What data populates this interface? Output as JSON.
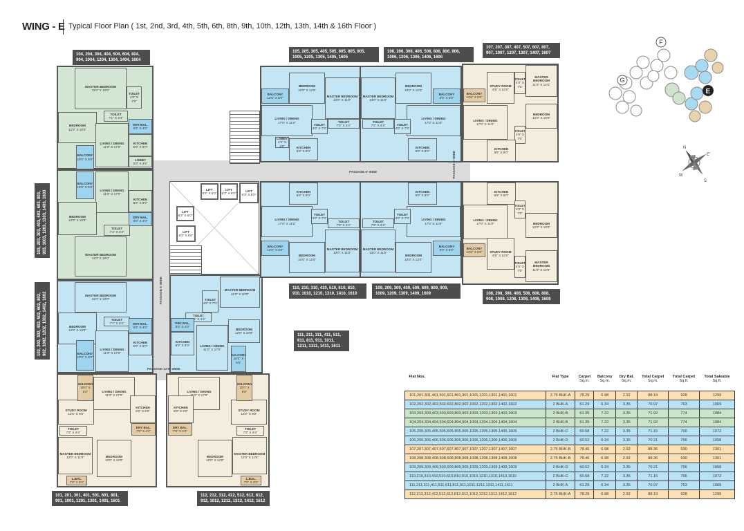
{
  "header": {
    "title": "WING - E",
    "subtitle": "Typical Floor Plan ( 1st, 2nd, 3rd, 4th, 5th, 6th, 8th, 9th, 10th, 12th, 13th, 14th & 16th Floor )"
  },
  "colors": {
    "two_bhk": "#c4e5f4",
    "two_bhk_alt": "#d3e6d4",
    "two_75_bhk": "#f4ecdc",
    "balcony_blue": "#9fd4ee",
    "balcony_tan": "#e3cba3",
    "passage": "#dcdcdc",
    "wall": "#555555",
    "label_bg": "#4d4d4d"
  },
  "flat_labels": {
    "f101": "101, 201, 301, 401, 501, 601, 801, 901, 1001, 1201, 1301, 1401, 1601",
    "f102": "102, 202, 302, 402, 502, 602, 802, 902, 1002, 1202, 1302, 1402, 1602",
    "f103": "103, 203, 303, 403, 503, 603, 803, 903, 1003, 1203, 1303, 1403, 1603",
    "f104": "104, 204, 304, 404, 504, 604, 804, 904, 1004, 1204, 1304, 1404, 1604",
    "f105": "105, 205, 305, 405, 505, 605, 805, 905, 1005, 1205, 1305, 1405, 1605",
    "f106": "106, 206, 306, 406, 506, 606, 806, 906, 1006, 1206, 1306, 1406, 1606",
    "f107": "107, 207, 307, 407, 507, 607, 807, 907, 1007, 1207, 1307, 1407, 1607",
    "f108": "108, 208, 308, 408, 508, 608, 808, 908, 1008, 1208, 1308, 1408, 1608",
    "f109": "109, 209, 309, 409, 509, 609, 809, 909, 1009, 1209, 1309, 1409, 1609",
    "f110": "110, 210, 310, 410, 510, 610, 810, 910, 1010, 1210, 1310, 1410, 1610",
    "f111": "111, 211, 311, 411, 511, 611, 811, 911, 1011, 1211, 1311, 1411, 1611",
    "f112": "112, 212, 312, 412, 512, 612, 812, 912, 1012, 1212, 1312, 1412, 1612"
  },
  "passages": {
    "passage_e_main": "PASSAGE 6' WIDE",
    "passage_e_side": "PASSAGE 5' WIDE",
    "passage_f": "PASSAGE 5' WIDE",
    "passage_bottom": "PASSAGE 12'0\" WIDE"
  },
  "units": [
    {
      "id": "104",
      "type": "alt",
      "rooms": [
        {
          "name": "Master Bedroom",
          "size": "11'0\" X 10'0\""
        },
        {
          "name": "Toilet",
          "size": "4'0\" X 7'0\""
        },
        {
          "name": "Bedroom",
          "size": "12'0\" X 10'0\""
        },
        {
          "name": "Toilet",
          "size": "7'1\" X 4'4\""
        },
        {
          "name": "Dry Bal.",
          "size": "6'0\" X 4'0\""
        },
        {
          "name": "Kitchen",
          "size": "8'0\" X 8'0\""
        },
        {
          "name": "Living / Dining",
          "size": "11'0\" X 17'0\""
        },
        {
          "name": "Balcony",
          "size": "10'0\" X 5'0\""
        },
        {
          "name": "Lobby",
          "size": "5'0\" X 4'6\""
        }
      ]
    },
    {
      "id": "103",
      "type": "alt",
      "rooms": [
        {
          "name": "Balcony",
          "size": "10'0\" X 5'0\""
        },
        {
          "name": "Living / Dining",
          "size": "11'0\" X 17'0\""
        },
        {
          "name": "Kitchen",
          "size": "8'0\" X 8'0\""
        },
        {
          "name": "Dry Bal.",
          "size": "6'0\" X 4'0\""
        },
        {
          "name": "Bedroom",
          "size": "12'0\" X 10'0\""
        },
        {
          "name": "Toilet",
          "size": "7'1\" X 4'4\""
        },
        {
          "name": "Master Bedroom",
          "size": "11'0\" X 10'0\""
        }
      ]
    },
    {
      "id": "102",
      "type": "2bhk",
      "rooms": [
        {
          "name": "Master Bedroom",
          "size": "11'0\" X 10'0\""
        },
        {
          "name": "Bedroom",
          "size": "12'0\" X 10'0\""
        },
        {
          "name": "Toilet",
          "size": "7'1\" X 4'4\""
        },
        {
          "name": "Dry Bal.",
          "size": "6'0\" X 4'0\""
        },
        {
          "name": "Kitchen",
          "size": "8'0\" X 8'0\""
        },
        {
          "name": "Living / Dining",
          "size": "11'0\" X 17'0\""
        },
        {
          "name": "Balcony",
          "size": "10'0\" X 5'0\""
        }
      ]
    },
    {
      "id": "101",
      "type": "275",
      "rooms": [
        {
          "name": "Living / Dining",
          "size": "11'0\" X 17'0\""
        },
        {
          "name": "Kitchen",
          "size": "8'0\" X 8'0\""
        },
        {
          "name": "Study Room",
          "size": "12'6\" X 8'0\""
        },
        {
          "name": "Toilet",
          "size": "7'0\" X 4'4\""
        },
        {
          "name": "Master Bedroom",
          "size": "12'0\" X 11'0\""
        },
        {
          "name": "Bedroom",
          "size": "10'0\" X 12'0\""
        },
        {
          "name": "Dry Bal.",
          "size": "7'0\" X 4'4\""
        },
        {
          "name": "Balcony",
          "size": "10'0\" X 5'0\""
        },
        {
          "name": "L.Bal.",
          "size": "7'0\" X 3'0\""
        }
      ]
    },
    {
      "id": "112",
      "type": "275",
      "rooms": [
        {
          "name": "Living / Dining",
          "size": "11'0\" X 17'0\""
        },
        {
          "name": "Kitchen",
          "size": "8'0\" X 8'0\""
        },
        {
          "name": "Study Room",
          "size": "12'6\" X 8'0\""
        },
        {
          "name": "Toilet",
          "size": "7'0\" X 4'4\""
        },
        {
          "name": "Master Bedroom",
          "size": "12'0\" X 11'0\""
        },
        {
          "name": "Bedroom",
          "size": "10'0\" X 12'0\""
        },
        {
          "name": "Dry Bal.",
          "size": "7'0\" X 4'4\""
        },
        {
          "name": "Balcony",
          "size": "10'0\" X 5'0\""
        },
        {
          "name": "L.Bal.",
          "size": "7'0\" X 3'0\""
        }
      ]
    },
    {
      "id": "111",
      "type": "2bhk",
      "rooms": [
        {
          "name": "Master Bedroom",
          "size": "11'0\" X 10'0\""
        },
        {
          "name": "Toilet",
          "size": "4'0\" X 7'0\""
        },
        {
          "name": "Toilet",
          "size": "7'1\" X 4'4\""
        },
        {
          "name": "Dry Bal.",
          "size": "6'0\" X 4'0\""
        },
        {
          "name": "Kitchen",
          "size": "8'0\" X 8'0\""
        },
        {
          "name": "Living / Dining",
          "size": "11'0\" X 17'0\""
        },
        {
          "name": "Bedroom",
          "size": "12'0\" X 10'0\""
        },
        {
          "name": "Balcony",
          "size": "10'0\" X 5'0\""
        }
      ]
    },
    {
      "id": "105",
      "type": "2bhk",
      "rooms": [
        {
          "name": "Balcony",
          "size": "12'6\" X 5'0\""
        },
        {
          "name": "Bedroom",
          "size": "10'0\" X 12'0\""
        },
        {
          "name": "Master Bedroom",
          "size": "13'0\" X 11'0\""
        },
        {
          "name": "Living / Dining",
          "size": "17'0\" X 11'0\""
        },
        {
          "name": "Toilet",
          "size": "4'0\" X 7'0\""
        },
        {
          "name": "Toilet",
          "size": "7'0\" X 4'4\""
        },
        {
          "name": "Kitchen",
          "size": "8'0\" X 8'0\""
        },
        {
          "name": "Lobby",
          "size": "4'0\" X 4'0\""
        }
      ]
    },
    {
      "id": "106",
      "type": "2bhk",
      "rooms": [
        {
          "name": "Master Bedroom",
          "size": "13'0\" X 11'0\""
        },
        {
          "name": "Bedroom",
          "size": "10'0\" X 12'0\""
        },
        {
          "name": "Balcony",
          "size": "8'0\" X 5'0\""
        },
        {
          "name": "Living / Dining",
          "size": "17'0\" X 11'0\""
        },
        {
          "name": "Toilet",
          "size": "7'0\" X 4'4\""
        },
        {
          "name": "Toilet",
          "size": "4'0\" X 7'0\""
        },
        {
          "name": "Kitchen",
          "size": "8'0\" X 8'0\""
        }
      ]
    },
    {
      "id": "110",
      "type": "2bhk",
      "rooms": [
        {
          "name": "Kitchen",
          "size": "8'0\" X 8'0\""
        },
        {
          "name": "Living / Dining",
          "size": "17'0\" X 11'0\""
        },
        {
          "name": "Toilet",
          "size": "4'0\" X 7'0\""
        },
        {
          "name": "Toilet",
          "size": "7'0\" X 4'4\""
        },
        {
          "name": "Balcony",
          "size": "12'6\" X 5'0\""
        },
        {
          "name": "Bedroom",
          "size": "10'0\" X 12'0\""
        },
        {
          "name": "Master Bedroom",
          "size": "13'0\" X 11'0\""
        }
      ]
    },
    {
      "id": "109",
      "type": "2bhk",
      "rooms": [
        {
          "name": "Kitchen",
          "size": "8'0\" X 8'0\""
        },
        {
          "name": "Living / Dining",
          "size": "17'0\" X 11'0\""
        },
        {
          "name": "Toilet",
          "size": "4'0\" X 7'0\""
        },
        {
          "name": "Toilet",
          "size": "7'0\" X 4'4\""
        },
        {
          "name": "Master Bedroom",
          "size": "13'0\" X 11'0\""
        },
        {
          "name": "Bedroom",
          "size": "10'0\" X 12'0\""
        },
        {
          "name": "Balcony",
          "size": "8'0\" X 5'0\""
        }
      ]
    },
    {
      "id": "107",
      "type": "275",
      "rooms": [
        {
          "name": "Balcony",
          "size": "12'6\" X 5'0\""
        },
        {
          "name": "Study Room",
          "size": "8'6\" X 12'6\""
        },
        {
          "name": "Toilet",
          "size": "4'0\" X 7'0\""
        },
        {
          "name": "Master Bedroom",
          "size": "11'0\" X 12'0\""
        },
        {
          "name": "Living / Dining",
          "size": "17'0\" X 11'0\""
        },
        {
          "name": "Bedroom",
          "size": "12'0\" X 10'0\""
        },
        {
          "name": "Toilet",
          "size": "4'0\" X 7'0\""
        },
        {
          "name": "Kitchen",
          "size": "8'6\" X 8'0\""
        }
      ]
    },
    {
      "id": "108",
      "type": "275",
      "rooms": [
        {
          "name": "Kitchen",
          "size": "8'6\" X 8'0\""
        },
        {
          "name": "Living / Dining",
          "size": "17'0\" X 11'0\""
        },
        {
          "name": "Toilet",
          "size": "4'0\" X 7'0\""
        },
        {
          "name": "Bedroom",
          "size": "12'0\" X 10'0\""
        },
        {
          "name": "Balcony",
          "size": "12'6\" X 5'0\""
        },
        {
          "name": "Study Room",
          "size": "8'6\" X 12'6\""
        },
        {
          "name": "Toilet",
          "size": "4'0\" X 7'0\""
        },
        {
          "name": "Master Bedroom",
          "size": "11'0\" X 12'0\""
        }
      ]
    }
  ],
  "core": {
    "lifts": [
      {
        "name": "Lift",
        "size": "6'3\" X 6'0\""
      },
      {
        "name": "Lift",
        "size": "6'3\" X 6'0\""
      },
      {
        "name": "Lift",
        "size": "6'3\" X 8'0\""
      },
      {
        "name": "Lift",
        "size": "6'3\" X 6'0\""
      },
      {
        "name": "Lift",
        "size": "6'3\" X 6'0\""
      }
    ]
  },
  "key_plan": {
    "wings": [
      "G",
      "F",
      "E"
    ],
    "highlighted_wing": "E"
  },
  "compass": {
    "n": "N",
    "e": "E",
    "s": "S",
    "w": "W"
  },
  "area_table": {
    "headers": [
      {
        "label": "Flat Nos.",
        "unit": ""
      },
      {
        "label": "Flat Type",
        "unit": ""
      },
      {
        "label": "Carpet",
        "unit": "Sq.m."
      },
      {
        "label": "Balcony",
        "unit": "Sq.m."
      },
      {
        "label": "Dry Bal.",
        "unit": "Sq.m."
      },
      {
        "label": "Total Carpet",
        "unit": "Sq.m."
      },
      {
        "label": "Total Carpet",
        "unit": "Sq.ft."
      },
      {
        "label": "Total Saleable",
        "unit": "Sq.ft."
      }
    ],
    "rows": [
      {
        "flats": "101,201,301,401,501,601,801,901,1001,1201,1301,1401,1601",
        "type": "2.75 BHK-A",
        "carpet": "78.29",
        "balcony": "6.98",
        "dry_bal": "2.92",
        "total_sqm": "88.19",
        "total_sqft": "928",
        "saleable": "1299",
        "color": "#fbe0b3"
      },
      {
        "flats": "102,202,302,402,502,602,802,902,1002,1202,1302,1402,1602",
        "type": "2 BHK-A",
        "carpet": "61.29",
        "balcony": "6.34",
        "dry_bal": "3.35",
        "total_sqm": "70.97",
        "total_sqft": "763",
        "saleable": "1069",
        "color": "#b9e2f5"
      },
      {
        "flats": "103,203,303,403,503,603,803,903,1003,1203,1303,1403,1603",
        "type": "2 BHK-B",
        "carpet": "61.35",
        "balcony": "7.22",
        "dry_bal": "3.35",
        "total_sqm": "71.92",
        "total_sqft": "774",
        "saleable": "1084",
        "color": "#c9e4c8"
      },
      {
        "flats": "104,204,304,404,504,604,804,904,1004,1204,1304,1404,1604",
        "type": "2 BHK-B",
        "carpet": "61.35",
        "balcony": "7.22",
        "dry_bal": "3.35",
        "total_sqm": "71.92",
        "total_sqft": "774",
        "saleable": "1084",
        "color": "#c9e4c8"
      },
      {
        "flats": "105,205,305,405,505,605,805,905,1005,1205,1305,1405,1605",
        "type": "2 BHK-C",
        "carpet": "60.58",
        "balcony": "7.22",
        "dry_bal": "3.35",
        "total_sqm": "71.15",
        "total_sqft": "766",
        "saleable": "1072",
        "color": "#b9e2f5"
      },
      {
        "flats": "106,206,306,406,506,606,806,906,1006,1206,1306,1406,1606",
        "type": "2 BHK-D",
        "carpet": "60.52",
        "balcony": "6.34",
        "dry_bal": "3.35",
        "total_sqm": "70.21",
        "total_sqft": "756",
        "saleable": "1058",
        "color": "#b9e2f5"
      },
      {
        "flats": "107,207,307,407,507,607,807,907,1007,1207,1307,1407,1607",
        "type": "2.75 BHK-B",
        "carpet": "78.46",
        "balcony": "6.98",
        "dry_bal": "2.92",
        "total_sqm": "88.36",
        "total_sqft": "930",
        "saleable": "1301",
        "color": "#fbe0b3"
      },
      {
        "flats": "108,208,308,408,508,608,808,908,1008,1208,1308,1408,1608",
        "type": "2.75 BHK-B",
        "carpet": "78.46",
        "balcony": "6.98",
        "dry_bal": "2.92",
        "total_sqm": "88.36",
        "total_sqft": "930",
        "saleable": "1301",
        "color": "#fbe0b3"
      },
      {
        "flats": "109,209,309,409,509,609,809,909,1009,1209,1309,1409,1609",
        "type": "2 BHK-D",
        "carpet": "60.52",
        "balcony": "6.34",
        "dry_bal": "3.35",
        "total_sqm": "70.21",
        "total_sqft": "756",
        "saleable": "1058",
        "color": "#b9e2f5"
      },
      {
        "flats": "110,210,310,410,510,610,810,910,1010,1210,1310,1410,1610",
        "type": "2 BHK-C",
        "carpet": "60.58",
        "balcony": "7.22",
        "dry_bal": "3.35",
        "total_sqm": "71.15",
        "total_sqft": "766",
        "saleable": "1072",
        "color": "#b9e2f5"
      },
      {
        "flats": "111,211,311,411,511,611,811,911,1011,1211,1311,1411,1611",
        "type": "2 BHK-A",
        "carpet": "61.29",
        "balcony": "6.34",
        "dry_bal": "3.35",
        "total_sqm": "70.97",
        "total_sqft": "763",
        "saleable": "1069",
        "color": "#b9e2f5"
      },
      {
        "flats": "112,212,312,412,512,612,812,912,1012,1212,1312,1412,1612",
        "type": "2.75 BHK-A",
        "carpet": "78.29",
        "balcony": "6.98",
        "dry_bal": "2.92",
        "total_sqm": "88.19",
        "total_sqft": "928",
        "saleable": "1299",
        "color": "#fbe0b3"
      }
    ]
  }
}
